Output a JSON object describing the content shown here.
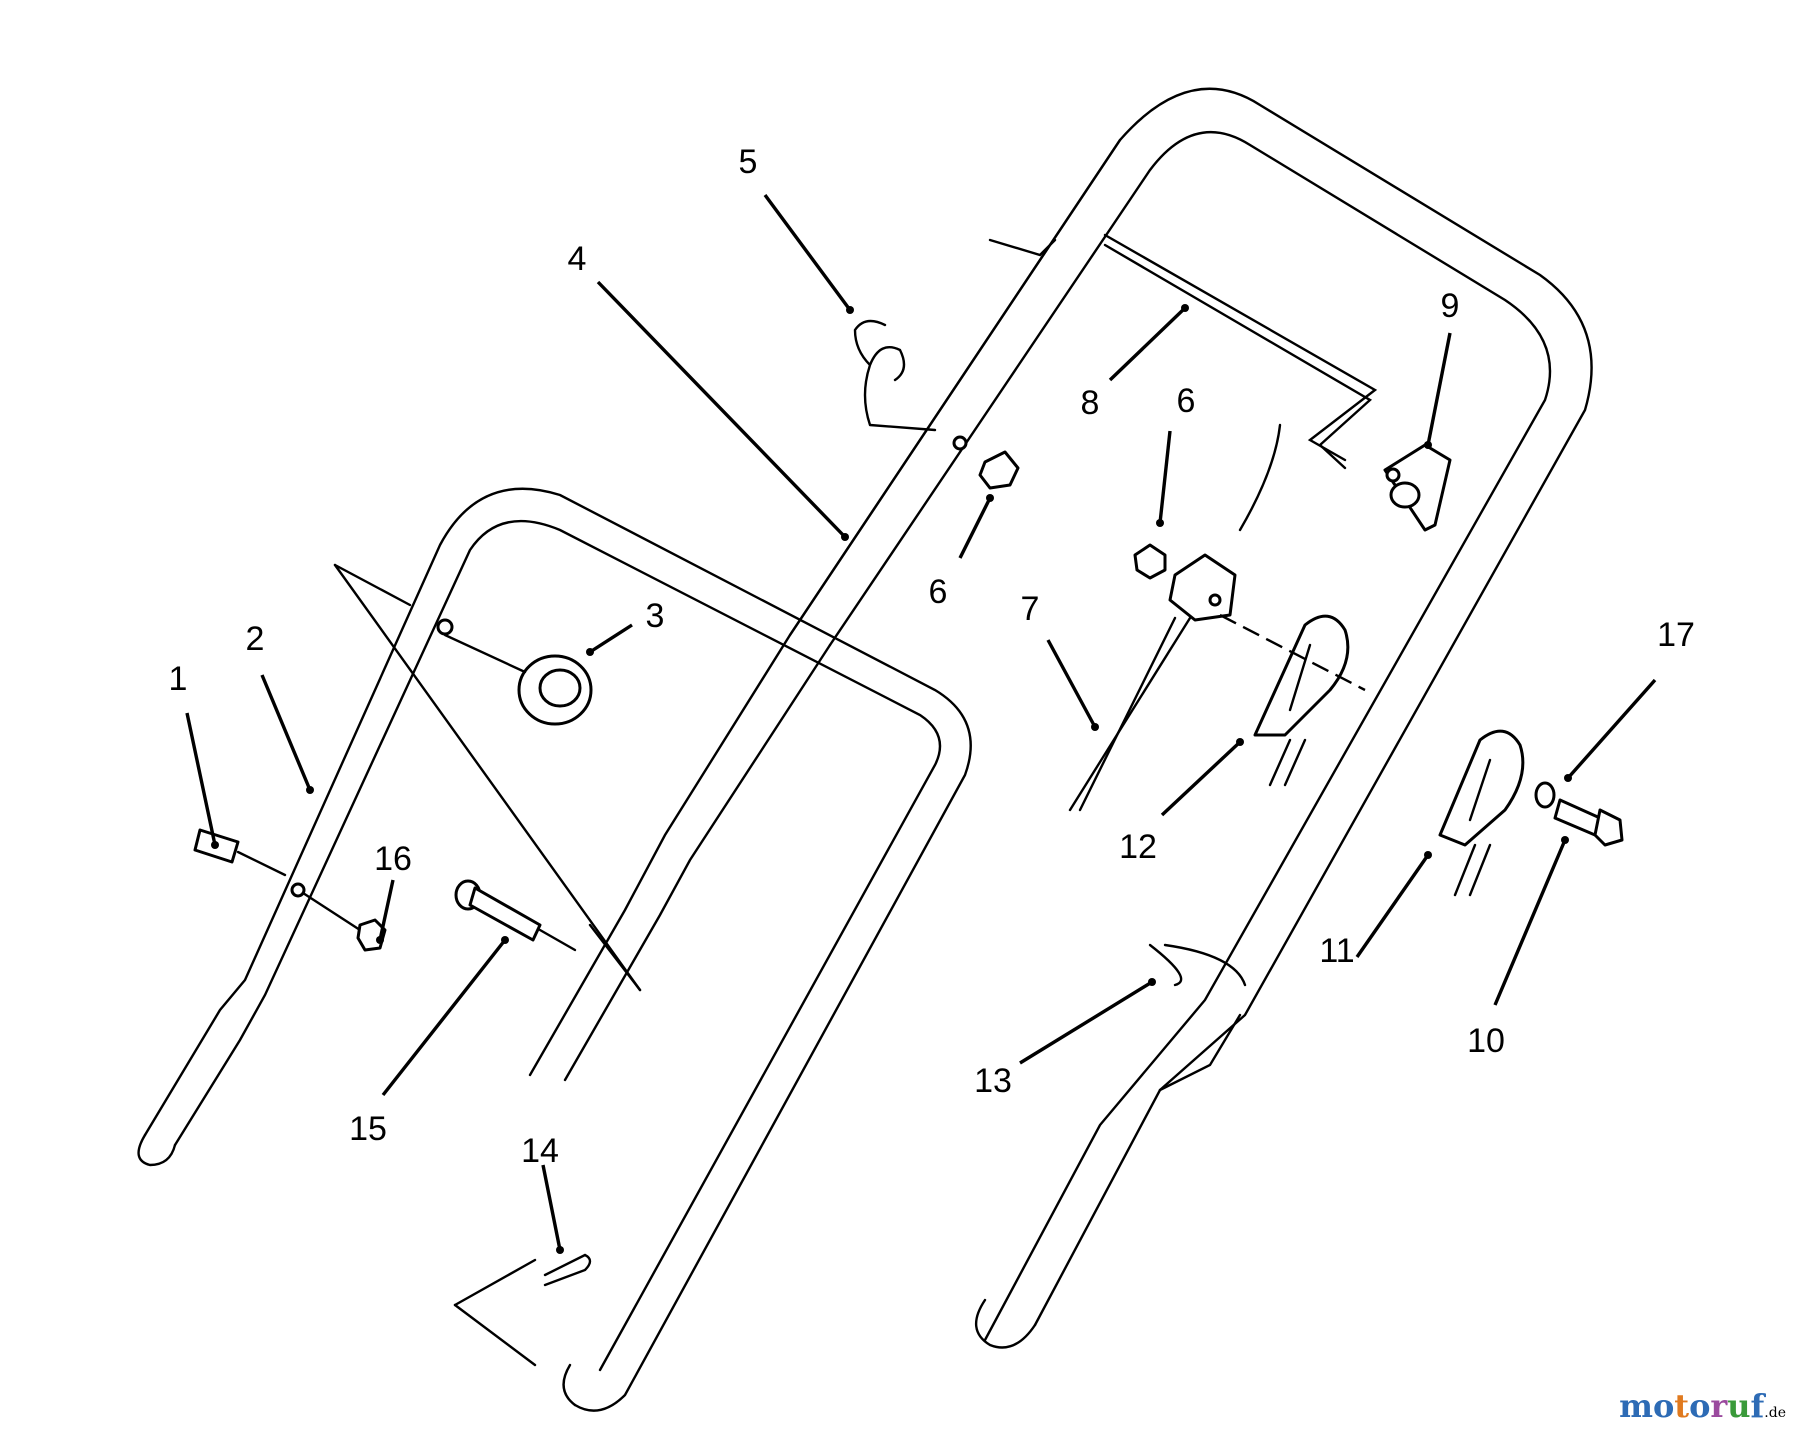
{
  "diagram": {
    "callouts": [
      {
        "id": "c1",
        "label": "1"
      },
      {
        "id": "c2",
        "label": "2"
      },
      {
        "id": "c3",
        "label": "3"
      },
      {
        "id": "c4",
        "label": "4"
      },
      {
        "id": "c5",
        "label": "5"
      },
      {
        "id": "c6a",
        "label": "6"
      },
      {
        "id": "c6b",
        "label": "6"
      },
      {
        "id": "c7",
        "label": "7"
      },
      {
        "id": "c8",
        "label": "8"
      },
      {
        "id": "c9",
        "label": "9"
      },
      {
        "id": "c10",
        "label": "10"
      },
      {
        "id": "c11",
        "label": "11"
      },
      {
        "id": "c12",
        "label": "12"
      },
      {
        "id": "c13",
        "label": "13"
      },
      {
        "id": "c14",
        "label": "14"
      },
      {
        "id": "c15",
        "label": "15"
      },
      {
        "id": "c16",
        "label": "16"
      },
      {
        "id": "c17",
        "label": "17"
      }
    ]
  },
  "watermark": {
    "text_letters": [
      "m",
      "o",
      "t",
      "o",
      "r",
      "u",
      "f"
    ],
    "letter_colors": [
      "#2d6bb5",
      "#2d6bb5",
      "#e07a1f",
      "#2d6bb5",
      "#9b4a9e",
      "#3a9a3a",
      "#2d6bb5"
    ],
    "suffix": ".de"
  }
}
